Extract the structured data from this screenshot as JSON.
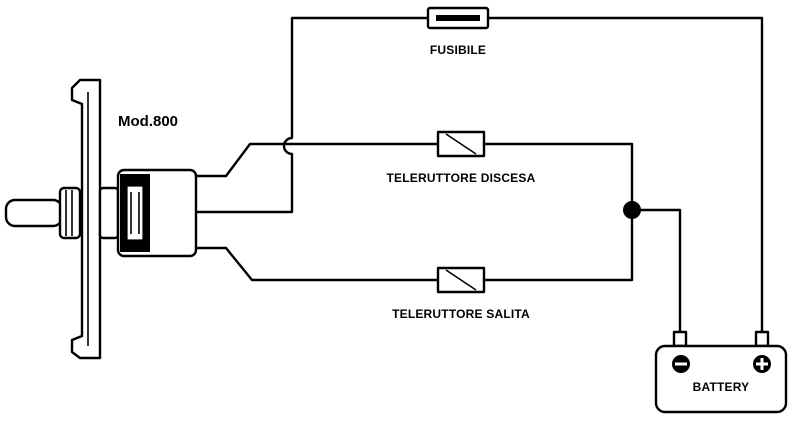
{
  "diagram": {
    "model_label": "Mod.800",
    "fuse_label": "FUSIBILE",
    "contactor_down_label": "TELERUTTORE DISCESA",
    "contactor_up_label": "TELERUTTORE SALITA",
    "battery_label": "BATTERY",
    "battery_negative_symbol": "−",
    "battery_positive_symbol": "+"
  }
}
